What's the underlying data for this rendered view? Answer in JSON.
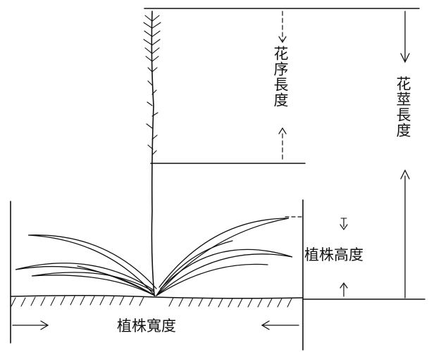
{
  "labels": {
    "inflorescence_length": "花序長度",
    "scape_length": "花莖長度",
    "plant_height": "植株高度",
    "plant_width": "植株寬度"
  },
  "colors": {
    "ink": "#111111",
    "background": "#ffffff"
  }
}
